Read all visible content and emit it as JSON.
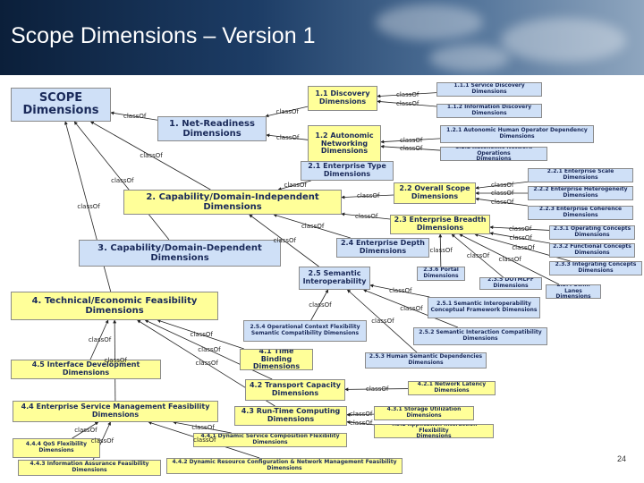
{
  "header": {
    "title": "Scope Dimensions – Version 1"
  },
  "page_number": "24",
  "relation_label": "classOf",
  "nodes": [
    {
      "id": "scope",
      "t1": "SCOPE",
      "t2": "Dimensions",
      "color": "blue"
    },
    {
      "id": "n1",
      "t1": "1. Net-Readiness",
      "t2": "Dimensions",
      "color": "blue"
    },
    {
      "id": "n11",
      "t1": "1.1 Discovery",
      "t2": "Dimensions",
      "color": "yellow"
    },
    {
      "id": "n111",
      "t1": "1.1.1 Service Discovery",
      "t2": "Dimensions",
      "color": "blue"
    },
    {
      "id": "n112",
      "t1": "1.1.2 Information Discovery",
      "t2": "Dimensions",
      "color": "blue"
    },
    {
      "id": "n12",
      "t1": "1.2 Autonomic",
      "t2": "Networking Dimensions",
      "color": "yellow"
    },
    {
      "id": "n121",
      "t1": "1.2.1 Autonomic Human Operator Dependency",
      "t2": "Dimensions",
      "color": "blue"
    },
    {
      "id": "n122",
      "t1": "1.2.2 Autonomic Network Operations",
      "t2": "Dimensions",
      "color": "blue"
    },
    {
      "id": "n21",
      "t1": "2.1 Enterprise Type",
      "t2": "Dimensions",
      "color": "blue"
    },
    {
      "id": "n2",
      "t1": "2. Capability/Domain-Independent",
      "t2": "Dimensions",
      "color": "yellow"
    },
    {
      "id": "n22",
      "t1": "2.2 Overall Scope",
      "t2": "Dimensions",
      "color": "yellow"
    },
    {
      "id": "n221",
      "t1": "2.2.1 Enterprise Scale",
      "t2": "Dimensions",
      "color": "blue"
    },
    {
      "id": "n222",
      "t1": "2.2.2 Enterprise Heterogeneity",
      "t2": "Dimensions",
      "color": "blue"
    },
    {
      "id": "n223",
      "t1": "2.2.3 Enterprise Coherence",
      "t2": "Dimensions",
      "color": "blue"
    },
    {
      "id": "n23",
      "t1": "2.3 Enterprise Breadth",
      "t2": "Dimensions",
      "color": "yellow"
    },
    {
      "id": "n231",
      "t1": "2.3.1 Operating Concepts",
      "t2": "Dimensions",
      "color": "blue"
    },
    {
      "id": "n232",
      "t1": "2.3.2 Functional Concepts",
      "t2": "Dimensions",
      "color": "blue"
    },
    {
      "id": "n233",
      "t1": "2.3.3 Integrating Concepts",
      "t2": "Dimensions",
      "color": "blue"
    },
    {
      "id": "n234",
      "t1": "2.3.4 Swim Lanes",
      "t2": "Dimensions",
      "color": "blue"
    },
    {
      "id": "n3",
      "t1": "3. Capability/Domain-Dependent",
      "t2": "Dimensions",
      "color": "blue"
    },
    {
      "id": "n24",
      "t1": "2.4 Enterprise Depth",
      "t2": "Dimensions",
      "color": "blue"
    },
    {
      "id": "n236",
      "t1": "2.3.6 Portal",
      "t2": "Dimensions",
      "color": "blue"
    },
    {
      "id": "n235",
      "t1": "2.3.5 DOTMLPF",
      "t2": "Dimensions",
      "color": "blue"
    },
    {
      "id": "n25",
      "t1": "2.5 Semantic",
      "t2": "Interoperability",
      "color": "blue"
    },
    {
      "id": "n4",
      "t1": "4. Technical/Economic Feasibility",
      "t2": "Dimensions",
      "color": "yellow"
    },
    {
      "id": "n251",
      "t1": "2.5.1 Semantic Interoperability",
      "t2": "Conceptual Framework Dimensions",
      "color": "blue"
    },
    {
      "id": "n254",
      "t1": "2.5.4 Operational Context Flexibility",
      "t2": "Semantic Compatibility Dimensions",
      "color": "blue"
    },
    {
      "id": "n252",
      "t1": "2.5.2 Semantic Interaction Compatibility",
      "t2": "Dimensions",
      "color": "blue"
    },
    {
      "id": "n41",
      "t1": "4.1 Time Binding",
      "t2": "Dimensions",
      "color": "yellow"
    },
    {
      "id": "n253",
      "t1": "2.5.3 Human Semantic Dependencies",
      "t2": "Dimensions",
      "color": "blue"
    },
    {
      "id": "n45",
      "t1": "4.5 Interface Development",
      "t2": "Dimensions",
      "color": "yellow"
    },
    {
      "id": "n42",
      "t1": "4.2 Transport Capacity",
      "t2": "Dimensions",
      "color": "yellow"
    },
    {
      "id": "n421",
      "t1": "4.2.1 Network Latency",
      "t2": "Dimensions",
      "color": "yellow"
    },
    {
      "id": "n44",
      "t1": "4.4 Enterprise Service Management Feasibility",
      "t2": "Dimensions",
      "color": "yellow"
    },
    {
      "id": "n43",
      "t1": "4.3 Run-Time Computing",
      "t2": "Dimensions",
      "color": "yellow"
    },
    {
      "id": "n431",
      "t1": "4.3.1 Storage Utilization",
      "t2": "Dimensions",
      "color": "yellow"
    },
    {
      "id": "n441",
      "t1": "4.4.1 Dynamic Service Composition Flexibility",
      "t2": "Dimensions",
      "color": "yellow"
    },
    {
      "id": "n432",
      "t1": "4.3.2 Application Interaction Flexibility",
      "t2": "Dimensions",
      "color": "yellow"
    },
    {
      "id": "n444",
      "t1": "4.4.4 QoS Flexibility",
      "t2": "Dimensions",
      "color": "yellow"
    },
    {
      "id": "n443",
      "t1": "4.4.3 Information Assurance Feasibility",
      "t2": "Dimensions",
      "color": "yellow"
    },
    {
      "id": "n442",
      "t1": "4.4.2 Dynamic Resource Configuration & Network Management Feasibility",
      "t2": "Dimensions",
      "color": "yellow"
    }
  ]
}
